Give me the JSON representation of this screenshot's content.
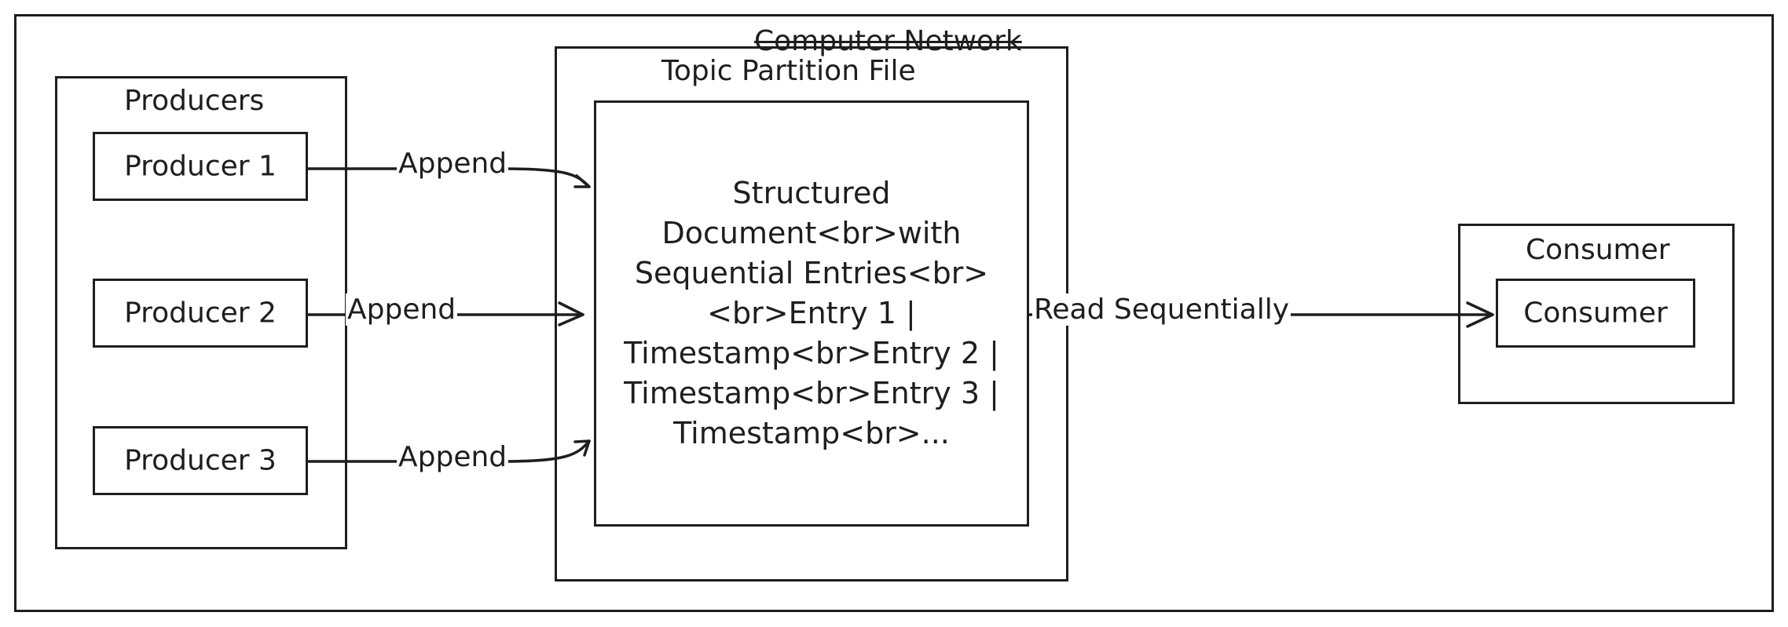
{
  "diagram": {
    "outer_group": {
      "label": "Computer Network"
    },
    "producers_group": {
      "label": "Producers",
      "items": [
        "Producer 1",
        "Producer 2",
        "Producer 3"
      ]
    },
    "topic_group": {
      "label": "Topic Partition File",
      "document_text": "Structured Document<br>with Sequential Entries<br><br>Entry 1 | Timestamp<br>Entry 2 | Timestamp<br>Entry 3 | Timestamp<br>..."
    },
    "consumer_group": {
      "label": "Consumer",
      "item": "Consumer"
    },
    "edges": {
      "append_1": "Append",
      "append_2": "Append",
      "append_3": "Append",
      "read": "Read Sequentially"
    },
    "colors": {
      "stroke": "#1e1e1e",
      "background": "#ffffff"
    }
  }
}
